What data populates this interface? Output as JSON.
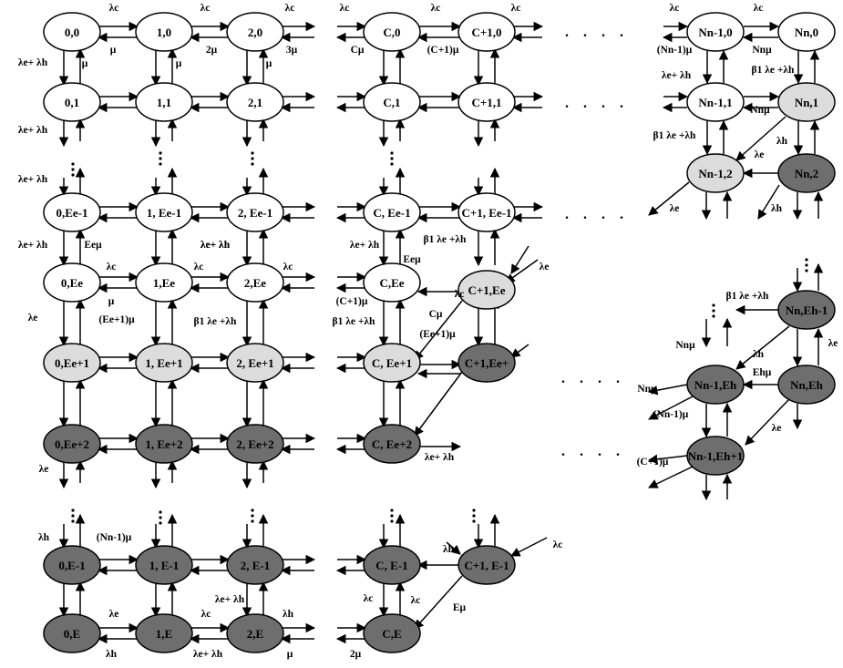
{
  "colors": {
    "white": "#ffffff",
    "light": "#dcdcdc",
    "dark": "#6e6e6e",
    "stroke": "#000000"
  },
  "nodes": [
    {
      "id": "n00",
      "label": "0,0",
      "fill": "white"
    },
    {
      "id": "n10",
      "label": "1,0",
      "fill": "white"
    },
    {
      "id": "n20",
      "label": "2,0",
      "fill": "white"
    },
    {
      "id": "nC0",
      "label": "C,0",
      "fill": "white"
    },
    {
      "id": "nC10",
      "label": "C+1,0",
      "fill": "white"
    },
    {
      "id": "nN10",
      "label": "Nn-1,0",
      "fill": "white"
    },
    {
      "id": "nN0",
      "label": "Nn,0",
      "fill": "white"
    },
    {
      "id": "n01",
      "label": "0,1",
      "fill": "white"
    },
    {
      "id": "n11",
      "label": "1,1",
      "fill": "white"
    },
    {
      "id": "n21",
      "label": "2,1",
      "fill": "white"
    },
    {
      "id": "nC1",
      "label": "C,1",
      "fill": "white"
    },
    {
      "id": "nC11",
      "label": "C+1,1",
      "fill": "white"
    },
    {
      "id": "nN11",
      "label": "Nn-1,1",
      "fill": "white"
    },
    {
      "id": "nN1",
      "label": "Nn,1",
      "fill": "light"
    },
    {
      "id": "nN12",
      "label": "Nn-1,2",
      "fill": "light"
    },
    {
      "id": "nN2",
      "label": "Nn,2",
      "fill": "dark"
    },
    {
      "id": "n0Ee1",
      "label": "0,Ee-1",
      "fill": "white"
    },
    {
      "id": "n1Ee1",
      "label": "1, Ee-1",
      "fill": "white"
    },
    {
      "id": "n2Ee1",
      "label": "2, Ee-1",
      "fill": "white"
    },
    {
      "id": "nCEe1",
      "label": "C, Ee-1",
      "fill": "white"
    },
    {
      "id": "nC1Ee1",
      "label": "C+1, Ee-1",
      "fill": "white"
    },
    {
      "id": "n0Ee",
      "label": "0,Ee",
      "fill": "white"
    },
    {
      "id": "n1Ee",
      "label": "1,Ee",
      "fill": "white"
    },
    {
      "id": "n2Ee",
      "label": "2,Ee",
      "fill": "white"
    },
    {
      "id": "nCEe",
      "label": "C,Ee",
      "fill": "white"
    },
    {
      "id": "nC1Ee",
      "label": "C+1,Ee",
      "fill": "light"
    },
    {
      "id": "nNEh1",
      "label": "Nn,Eh-1",
      "fill": "dark"
    },
    {
      "id": "n0Ep1",
      "label": "0,Ee+1",
      "fill": "light"
    },
    {
      "id": "n1Ep1",
      "label": "1, Ee+1",
      "fill": "light"
    },
    {
      "id": "n2Ep1",
      "label": "2, Ee+1",
      "fill": "light"
    },
    {
      "id": "nCEp1",
      "label": "C, Ee+1",
      "fill": "light"
    },
    {
      "id": "nC1Ep1",
      "label": "C+1,Ee+",
      "fill": "dark"
    },
    {
      "id": "nN1Eh",
      "label": "Nn-1,Eh",
      "fill": "dark"
    },
    {
      "id": "nNEh",
      "label": "Nn,Eh",
      "fill": "dark"
    },
    {
      "id": "n0Ep2",
      "label": "0,Ee+2",
      "fill": "dark"
    },
    {
      "id": "n1Ep2",
      "label": "1, Ee+2",
      "fill": "dark"
    },
    {
      "id": "n2Ep2",
      "label": "2, Ee+2",
      "fill": "dark"
    },
    {
      "id": "nCEp2",
      "label": "C, Ee+2",
      "fill": "dark"
    },
    {
      "id": "nN1Eh1",
      "label": "Nn-1,Eh+1",
      "fill": "dark"
    },
    {
      "id": "n0E1",
      "label": "0,E-1",
      "fill": "dark"
    },
    {
      "id": "n1E1",
      "label": "1, E-1",
      "fill": "dark"
    },
    {
      "id": "n2E1",
      "label": "2, E-1",
      "fill": "dark"
    },
    {
      "id": "nCE1",
      "label": "C, E-1",
      "fill": "dark"
    },
    {
      "id": "nC1E1",
      "label": "C+1, E-1",
      "fill": "dark"
    },
    {
      "id": "n0E",
      "label": "0,E",
      "fill": "dark"
    },
    {
      "id": "n1E",
      "label": "1,E",
      "fill": "dark"
    },
    {
      "id": "n2E",
      "label": "2,E",
      "fill": "dark"
    },
    {
      "id": "nCE",
      "label": "C,E",
      "fill": "dark"
    }
  ],
  "labels": [
    "λc",
    "λc",
    "λc",
    "λc",
    "λc",
    "λc",
    "λc",
    "λc",
    "μ",
    "2μ",
    "3μ",
    "Cμ",
    "(C+1)μ",
    "(Nn-1)μ",
    "Nnμ",
    "λe+ λh",
    "μ",
    "μ",
    "μ",
    "λe+ λh",
    "β1 λe +λh",
    "λe+ λh",
    "Nnμ",
    "λe+ λh",
    "β1 λe +λh",
    "λh",
    "λe",
    "λe",
    "λh",
    "λe+ λh",
    "λe+ λh",
    "Eeμ",
    "λe+ λh",
    "λe+ λh",
    "β1 λe +λh",
    "Eeμ",
    "λc",
    "λc",
    "λc",
    "μ",
    "(Ee+1)μ",
    "λc",
    "(C+1)μ",
    "Cμ",
    "(Ee+1)μ",
    "λe",
    "β1 λe +λh",
    "β1 λe +λh",
    "β1 λe +λh",
    "Nnμ",
    "λh",
    "λe",
    "Ehμ",
    "Nnμ",
    "(Nn-1)μ",
    "λe",
    "λe",
    "λe+ λh",
    "λe",
    "(C+1)μ",
    "λh",
    "(Nn-1)μ",
    "λh",
    "λc",
    "λe",
    "λe+ λh",
    "λc",
    "λh",
    "λc",
    "λc",
    "Eμ",
    "λh",
    "λe+ λh",
    "μ",
    "2μ",
    "3μ",
    "Cμ"
  ],
  "dots": ". . . ."
}
